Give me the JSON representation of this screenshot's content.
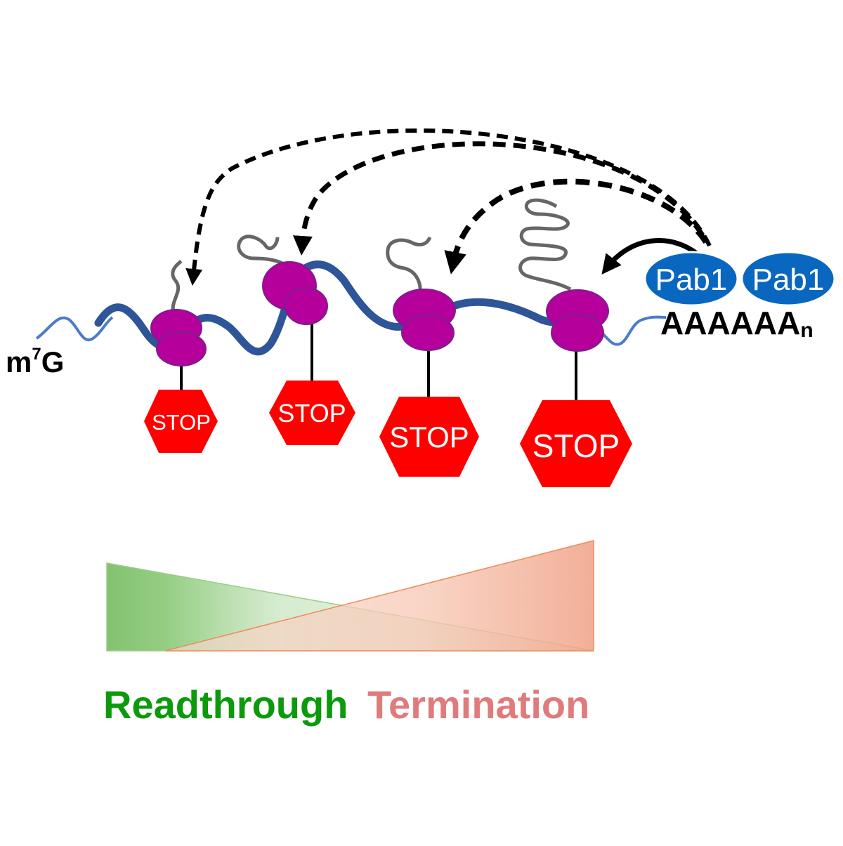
{
  "cap_label": {
    "base": "m",
    "superscript": "7",
    "suffix": "G"
  },
  "polya": {
    "text": "AAAAAA",
    "subscript": "n"
  },
  "pab_labels": [
    "Pab1",
    "Pab1"
  ],
  "stop_signs": [
    "STOP",
    "STOP",
    "STOP",
    "STOP"
  ],
  "legend": {
    "readthrough": "Readthrough",
    "termination": "Termination"
  },
  "colors": {
    "mrna_thin": "#4a7cc8",
    "mrna_thick": "#2e5597",
    "ribosome": "#b5009b",
    "ribosome_edge": "#7a1f8f",
    "peptide": "#666666",
    "stop_fill": "#ff0000",
    "pab": "#0a67c0",
    "readthrough": "#0c9a0c",
    "termination": "#e07b7b"
  }
}
